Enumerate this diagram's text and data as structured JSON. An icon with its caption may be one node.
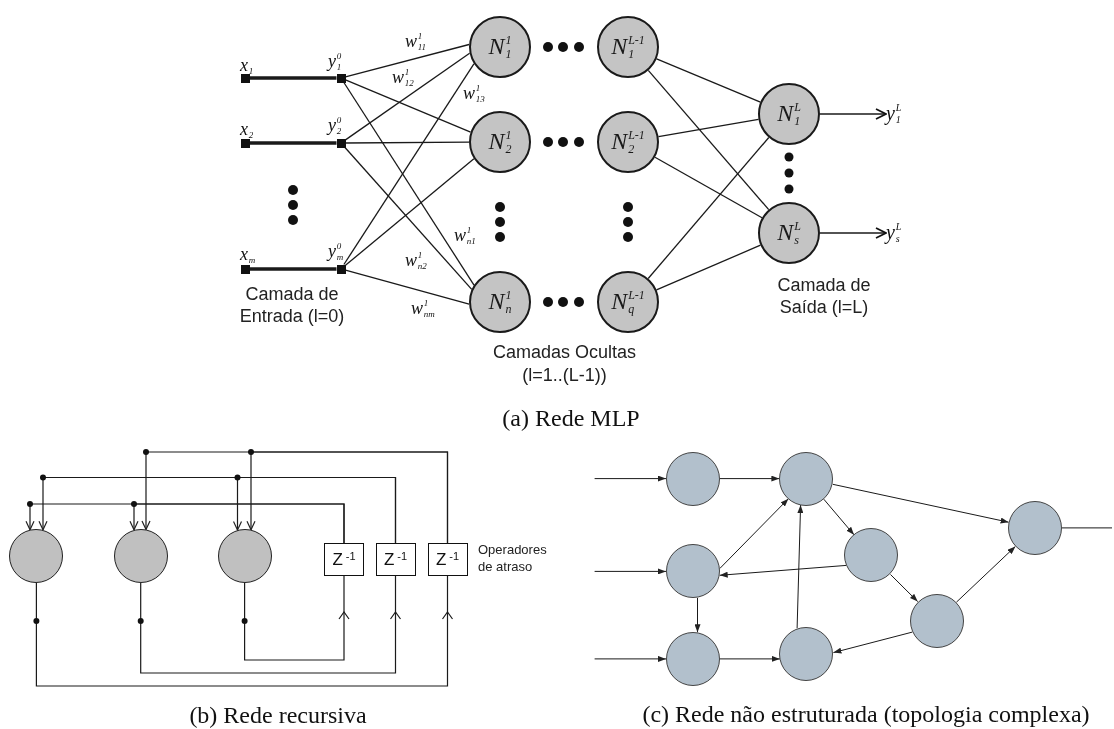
{
  "diagram": {
    "nodes": [
      {
        "text": [],
        "shape": "box",
        "beside": [
          "x$_{1}$"
        ]
      },
      {
        "text": [],
        "shape": "box",
        "beside": [
          "x$_{2}$"
        ]
      },
      {
        "text": [],
        "shape": "box",
        "beside": [
          "x$_{m}$"
        ]
      },
      {
        "text": [],
        "shape": "box",
        "beside": [
          "y$_{1}$$^{0}$"
        ]
      },
      {
        "text": [],
        "shape": "box",
        "beside": [
          "y$_{2}$$^{0}$"
        ]
      },
      {
        "text": [],
        "shape": "box",
        "beside": [
          "y$_{m}$$^{0}$"
        ]
      },
      {
        "text": [
          "N$_{1}$$^{1}$"
        ]
      },
      {
        "text": [
          "N$_{2}$$^{1}$"
        ]
      },
      {
        "text": [
          "N$_{n}$$^{1}$"
        ]
      },
      {
        "text": [
          "N$_{1}$$^{L-1}$"
        ]
      },
      {
        "text": [
          "N$_{2}$$^{L-1}$"
        ]
      },
      {
        "text": [
          "N$_{q}$$^{L-1}$"
        ]
      },
      {
        "text": [
          "N$_{1}$$^{L}$"
        ]
      },
      {
        "text": [
          "N$_{s}$$^{L}$"
        ]
      },
      {
        "text": [
          "y$_{1}$$^{L}$"
        ]
      },
      {
        "text": [
          "y$_{s}$$^{L}$"
        ]
      },
      {
        "text": [],
        "shape": "circle"
      },
      {
        "text": [],
        "shape": "circle"
      },
      {
        "text": [],
        "shape": "circle"
      },
      {
        "text": [
          "Z$^{-1}$"
        ]
      },
      {
        "text": [
          "Z$^{-1}$"
        ]
      },
      {
        "text": [
          "Z$^{-1}$"
        ]
      },
      {
        "text": [],
        "shape": "circle"
      },
      {
        "text": [],
        "shape": "circle"
      },
      {
        "text": [],
        "shape": "circle"
      },
      {
        "text": [],
        "shape": "circle"
      },
      {
        "text": [],
        "shape": "circle"
      },
      {
        "text": [],
        "shape": "circle"
      },
      {
        "text": [],
        "shape": "circle"
      },
      {
        "text": [],
        "shape": "circle"
      }
    ],
    "edges": [
      {
        "from": 0,
        "to": 3,
        "arrow": "none",
        "style": "thick"
      },
      {
        "from": 1,
        "to": 4,
        "arrow": "none",
        "style": "thick"
      },
      {
        "from": 2,
        "to": 5,
        "arrow": "none",
        "style": "thick"
      },
      {
        "from": 3,
        "to": 6,
        "arrow": "none",
        "label": "w$_{11}$$^{1}$"
      },
      {
        "from": 3,
        "to": 7,
        "arrow": "none"
      },
      {
        "from": 3,
        "to": 8,
        "arrow": "none",
        "label": "w$_{n1}$$^{1}$"
      },
      {
        "from": 4,
        "to": 6,
        "arrow": "none",
        "label": "w$_{12}$$^{1}$"
      },
      {
        "from": 4,
        "to": 7,
        "arrow": "none"
      },
      {
        "from": 4,
        "to": 8,
        "arrow": "none",
        "label": "w$_{n2}$$^{1}$"
      },
      {
        "from": 5,
        "to": 6,
        "arrow": "none",
        "label": "w$_{13}$$^{1}$"
      },
      {
        "from": 5,
        "to": 7,
        "arrow": "none"
      },
      {
        "from": 5,
        "to": 8,
        "arrow": "none",
        "label": "w$_{nm}$$^{1}$"
      },
      {
        "from": 9,
        "to": 12,
        "arrow": "none"
      },
      {
        "from": 9,
        "to": 13,
        "arrow": "none"
      },
      {
        "from": 10,
        "to": 12,
        "arrow": "none"
      },
      {
        "from": 10,
        "to": 13,
        "arrow": "none"
      },
      {
        "from": 11,
        "to": 12,
        "arrow": "none"
      },
      {
        "from": 11,
        "to": 13,
        "arrow": "none"
      },
      {
        "from": 12,
        "to": 14,
        "arrow": "to"
      },
      {
        "from": 13,
        "to": 15,
        "arrow": "to"
      },
      {
        "from": 19,
        "to": 16,
        "arrow": "to"
      },
      {
        "from": 19,
        "to": 17,
        "arrow": "to"
      },
      {
        "from": 20,
        "to": 16,
        "arrow": "to"
      },
      {
        "from": 20,
        "to": 18,
        "arrow": "to"
      },
      {
        "from": 21,
        "to": 17,
        "arrow": "to"
      },
      {
        "from": 21,
        "to": 18,
        "arrow": "to"
      },
      {
        "from": 16,
        "to": 21,
        "arrow": "to"
      },
      {
        "from": 17,
        "to": 20,
        "arrow": "to"
      },
      {
        "from": 18,
        "to": 19,
        "arrow": "to"
      },
      {
        "from": null,
        "to": 22,
        "arrow": "to"
      },
      {
        "from": 22,
        "to": 23,
        "arrow": "to"
      },
      {
        "from": null,
        "to": 24,
        "arrow": "to"
      },
      {
        "from": 24,
        "to": 23,
        "arrow": "to"
      },
      {
        "from": 24,
        "to": 26,
        "arrow": "to"
      },
      {
        "from": null,
        "to": 26,
        "arrow": "to"
      },
      {
        "from": 26,
        "to": 27,
        "arrow": "to"
      },
      {
        "from": 27,
        "to": 23,
        "arrow": "to"
      },
      {
        "from": 23,
        "to": 25,
        "arrow": "to"
      },
      {
        "from": 25,
        "to": 24,
        "arrow": "to"
      },
      {
        "from": 25,
        "to": 28,
        "arrow": "to"
      },
      {
        "from": 28,
        "to": 27,
        "arrow": "to"
      },
      {
        "from": 28,
        "to": 29,
        "arrow": "to"
      },
      {
        "from": 23,
        "to": 29,
        "arrow": "to"
      },
      {
        "from": 29,
        "to": null,
        "arrow": "none"
      }
    ],
    "labels": [
      "Camada de Entrada (l=0)",
      "Camadas Ocultas (l=1..(L-1))",
      "Camada de Saída (l=L)",
      "(a) Rede MLP",
      "Operadores de atraso",
      "(b) Rede recursiva",
      "(c) Rede não estruturada (topologia complexa)"
    ]
  }
}
